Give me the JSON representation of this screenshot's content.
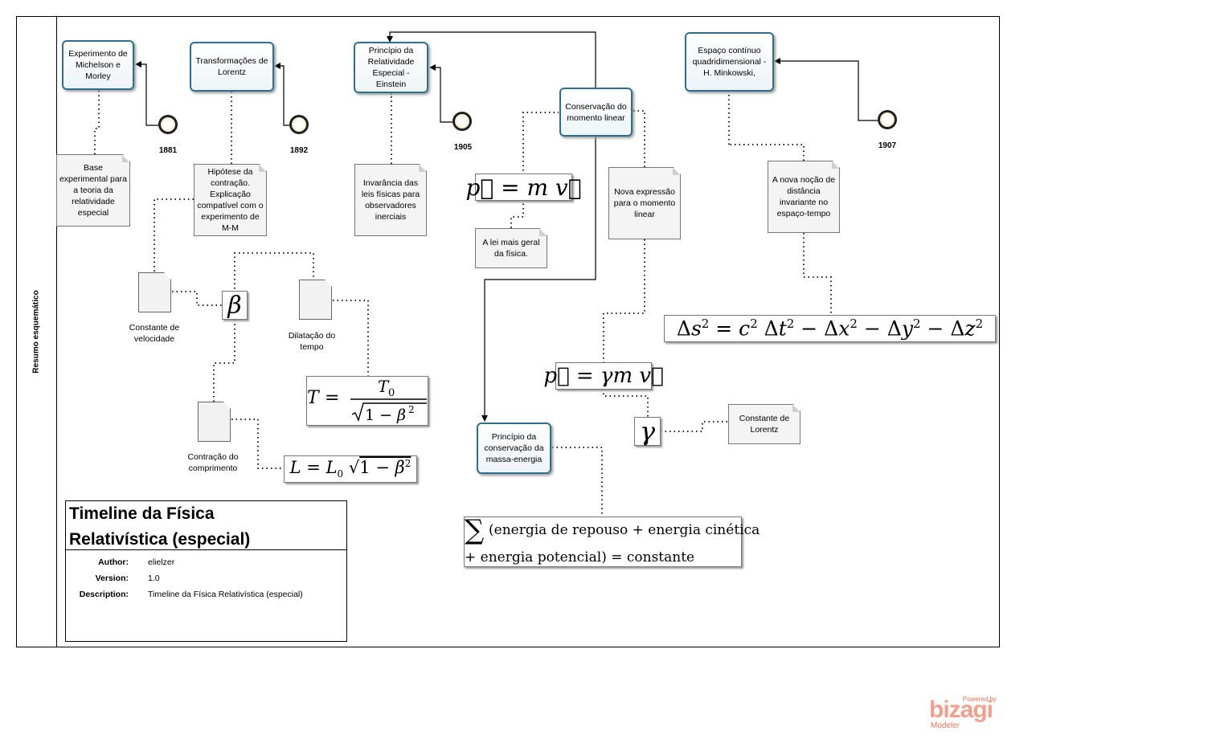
{
  "lane_title": "Resumo esquemático",
  "tasks": {
    "michelson": "Experimento de Michelson e Morley",
    "lorentz": "Transformações de Lorentz",
    "relatividade": "Princípio da Relatividade Especial - Einstein",
    "conservacao_momento": "Conservação do momento linear",
    "minkowski": "Espaço contínuo quadridimensional - H. Minkowski,",
    "massa_energia": "Princípio da conservação da massa-energia"
  },
  "events": {
    "e1881": "1881",
    "e1892": "1892",
    "e1905": "1905",
    "e1907": "1907"
  },
  "notes": {
    "base_experimental": "Base experimental para a teoria da relatividade especial",
    "hipotese": "Hipótese da contração. Explicação compatível com o experimento de M-M",
    "invariancia": "Invarância das leis físicas para observadores inerciais",
    "lei_geral": "A lei mais geral da física.",
    "nova_expressao": "Nova expressão para o momento linear",
    "distancia": "A nova noção de distância invariante no espaço-tempo",
    "constante_lorentz": "Constante de Lorentz"
  },
  "documents": {
    "constante_velocidade": "Constante de velocidade",
    "dilatacao": "Dilatação do tempo",
    "contracao": "Contração do comprimento"
  },
  "legend": {
    "title": "Timeline da Física Relativística (especial)",
    "author_label": "Author:",
    "author": "elielzer",
    "version_label": "Version:",
    "version": "1.0",
    "description_label": "Description:",
    "description": "Timeline da Física Relativística (especial)"
  },
  "brand": {
    "powered": "Powered by",
    "name": "bizagi",
    "product": "Modeler",
    "color": "#e8735a"
  },
  "colors": {
    "task_border": "#2e6f8e",
    "event_fill": "#f2eccd"
  }
}
